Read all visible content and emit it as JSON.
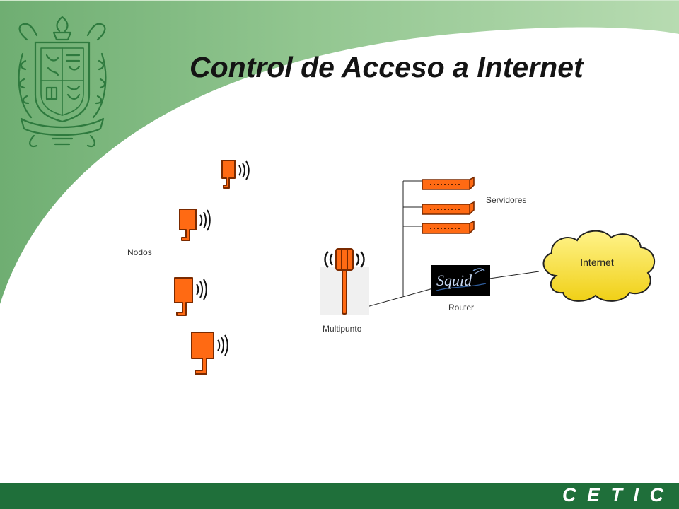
{
  "slide": {
    "title": "Control de Acceso a Internet",
    "footer_text": "C E T I C"
  },
  "diagram": {
    "nodes_label": "Nodos",
    "multipunto_label": "Multipunto",
    "router_label": "Router",
    "servers_label": "Servidores",
    "internet_label": "Internet",
    "squid_logo_text": "Squid",
    "node_count": 4,
    "server_count": 3
  },
  "colors": {
    "device_orange": "#ff6a13",
    "device_outline": "#7a2a00",
    "cloud_yellow": "#ffe94a",
    "green_dark": "#1f6f3a",
    "green_light": "#a8d4a4",
    "squid_bg": "#000000"
  },
  "icons": [
    "coat-of-arms-icon",
    "wifi-node-icon",
    "antenna-icon",
    "server-icon",
    "squid-logo-icon",
    "cloud-icon"
  ]
}
